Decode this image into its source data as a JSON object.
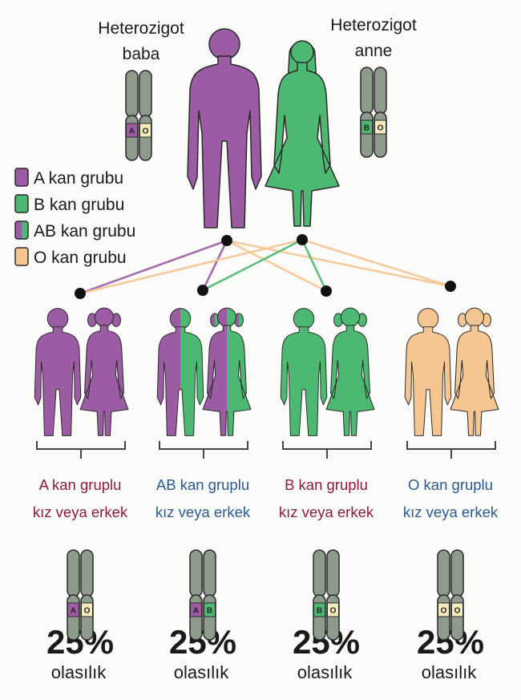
{
  "colors": {
    "A": "#9c5ca3",
    "B": "#4db872",
    "O": "#f5c592",
    "chromosome": "#8d9a8c",
    "caption_red": "#8a1d3f",
    "caption_blue": "#2b5b8f",
    "allele_O_band": "#f6ebbd"
  },
  "parents": {
    "father": {
      "label_line1": "Heterozigot",
      "label_line2": "baba",
      "alleles": [
        "A",
        "O"
      ]
    },
    "mother": {
      "label_line1": "Heterozigot",
      "label_line2": "anne",
      "alleles": [
        "B",
        "O"
      ]
    }
  },
  "legend": [
    {
      "label": "A kan grubu",
      "type": "A"
    },
    {
      "label": "B kan grubu",
      "type": "B"
    },
    {
      "label": "AB kan grubu",
      "type": "AB"
    },
    {
      "label": "O kan grubu",
      "type": "O"
    }
  ],
  "offspring": [
    {
      "type": "A",
      "caption_line1": "A kan gruplu",
      "caption_line2": "kız veya erkek",
      "caption_color": "red",
      "alleles": [
        "A",
        "O"
      ],
      "percent": "25%",
      "probability_label": "olasılık",
      "probability": 0.25
    },
    {
      "type": "AB",
      "caption_line1": "AB kan gruplu",
      "caption_line2": "kız veya erkek",
      "caption_color": "blue",
      "alleles": [
        "A",
        "B"
      ],
      "percent": "25%",
      "probability_label": "olasılık",
      "probability": 0.25
    },
    {
      "type": "B",
      "caption_line1": "B kan gruplu",
      "caption_line2": "kız veya erkek",
      "caption_color": "red",
      "alleles": [
        "B",
        "O"
      ],
      "percent": "25%",
      "probability_label": "olasılık",
      "probability": 0.25
    },
    {
      "type": "O",
      "caption_line1": "O kan gruplu",
      "caption_line2": "kız veya erkek",
      "caption_color": "blue",
      "alleles": [
        "O",
        "O"
      ],
      "percent": "25%",
      "probability_label": "olasılık",
      "probability": 0.25
    }
  ]
}
